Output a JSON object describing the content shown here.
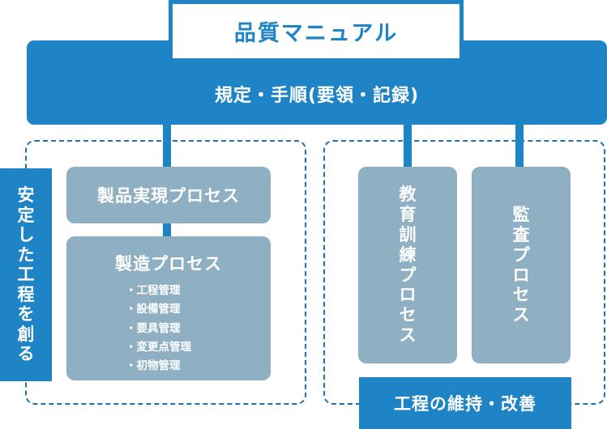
{
  "title": "品質マニュアル",
  "band": {
    "label": "規定・手順(要領・記録)"
  },
  "left_group": {
    "side_label": [
      "安",
      "定",
      "し",
      "た",
      "工",
      "程",
      "を",
      "創",
      "る"
    ],
    "product_process": "製品実現プロセス",
    "manufacturing": {
      "title": "製造プロセス",
      "items": [
        "・工程管理",
        "・設備管理",
        "・要具管理",
        "・変更点管理",
        "・初物管理"
      ]
    }
  },
  "right_group": {
    "education_process": [
      "教",
      "育",
      "訓",
      "練",
      "プ",
      "ロ",
      "セ",
      "ス"
    ],
    "audit_process": [
      "監",
      "査",
      "プ",
      "ロ",
      "セ",
      "ス"
    ],
    "bottom_label": "工程の維持・改善"
  },
  "colors": {
    "primary_blue": "#1f84c6",
    "box_gray": "#8fb0c2",
    "dashed_border": "#1f6fb0",
    "text_on_dark": "#ffffff"
  }
}
